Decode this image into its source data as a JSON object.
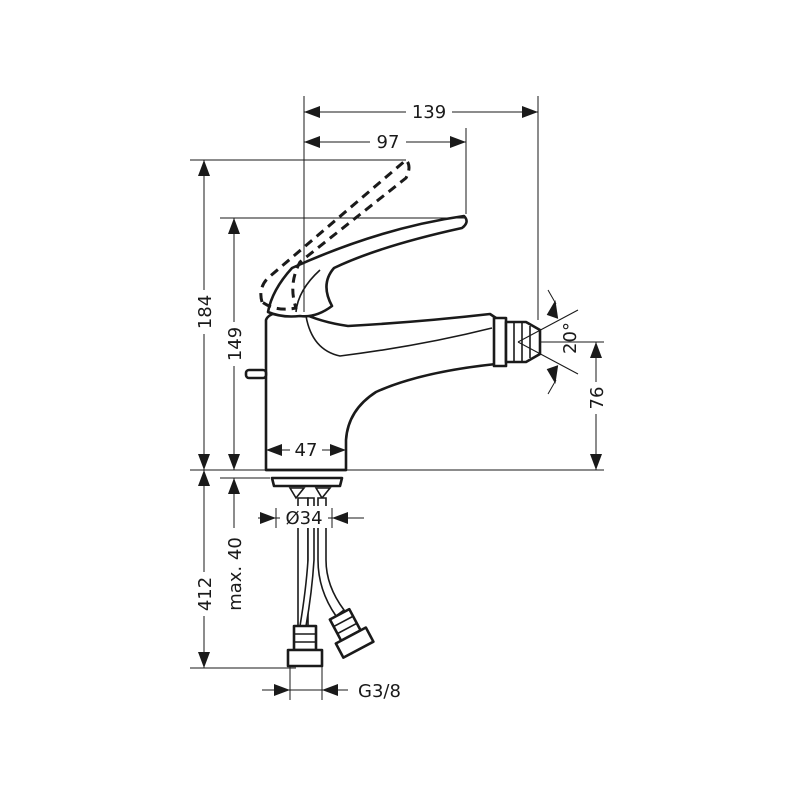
{
  "dimensions": {
    "total_reach": "139",
    "handle_reach": "97",
    "total_height": "184",
    "handle_height": "149",
    "spout_angle": "20°",
    "spout_height": "76",
    "base_width": "47",
    "hole_diameter": "Ø34",
    "max_counter_thickness": "max. 40",
    "hose_length": "412",
    "connection_thread": "G3/8"
  },
  "colors": {
    "line": "#1a1a1a",
    "background": "#ffffff"
  }
}
